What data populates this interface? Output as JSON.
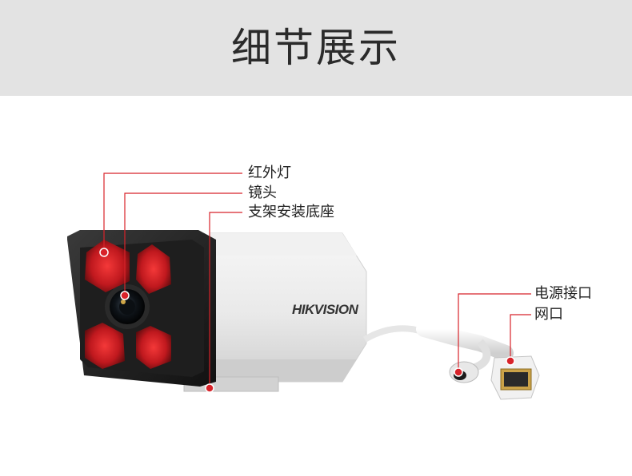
{
  "header": {
    "title": "细节展示"
  },
  "product": {
    "brand": "HIKVISION"
  },
  "callouts": {
    "ir_light": "红外灯",
    "lens": "镜头",
    "bracket_base": "支架安装底座",
    "power_port": "电源接口",
    "network_port": "网口"
  },
  "colors": {
    "callout_line": "#d8232a",
    "header_bg": "#e3e3e3",
    "ir_led": "#c8181e"
  }
}
